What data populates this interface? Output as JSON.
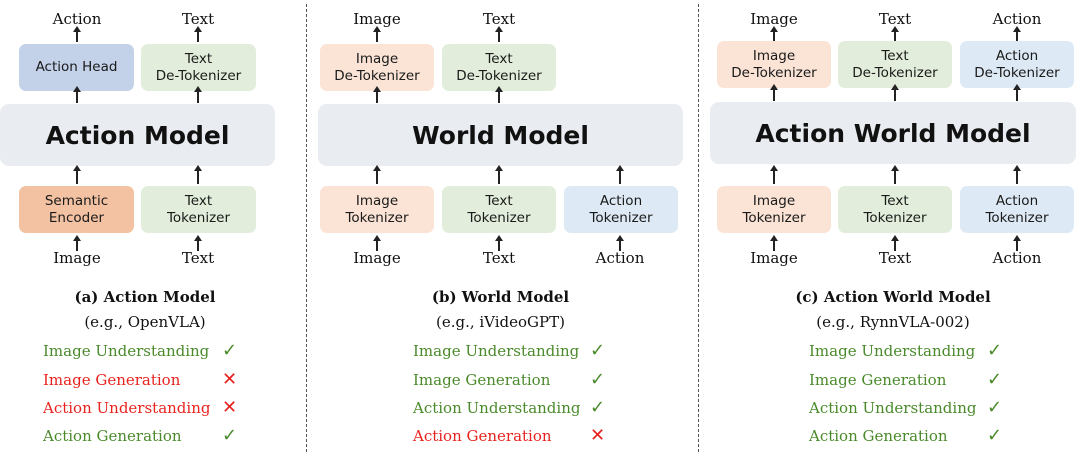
{
  "colors": {
    "blue": "#c3d1e9",
    "orange": "#f3c2a3",
    "light_orange": "#fbe4d6",
    "green": "#e2eedb",
    "light_blue": "#dde9f4",
    "model_bg": "#e9ecf1",
    "ok": "#4a8a2b",
    "bad": "#e8231f"
  },
  "panels": [
    {
      "id": "a",
      "model_label": "Action Model",
      "caption_title": "(a) Action Model",
      "caption_sub": "(e.g., OpenVLA)",
      "outputs": [
        "Action",
        "Text"
      ],
      "top_boxes": [
        {
          "label": "Action Head",
          "color": "blue"
        },
        {
          "label": "Text\nDe-Tokenizer",
          "color": "green"
        }
      ],
      "bottom_boxes": [
        {
          "label": "Semantic\nEncoder",
          "color": "orange"
        },
        {
          "label": "Text\nTokenizer",
          "color": "green"
        }
      ],
      "inputs": [
        "Image",
        "Text"
      ],
      "capabilities": [
        {
          "label": "Image Understanding",
          "status": "yes",
          "symbol": "✓"
        },
        {
          "label": "Image Generation",
          "status": "no",
          "symbol": "✕"
        },
        {
          "label": "Action Understanding",
          "status": "no",
          "symbol": "✕"
        },
        {
          "label": "Action Generation",
          "status": "yes",
          "symbol": "✓"
        }
      ]
    },
    {
      "id": "b",
      "model_label": "World Model",
      "caption_title": "(b) World Model",
      "caption_sub": "(e.g., iVideoGPT)",
      "outputs": [
        "Image",
        "Text"
      ],
      "top_boxes": [
        {
          "label": "Image\nDe-Tokenizer",
          "color": "light_orange"
        },
        {
          "label": "Text\nDe-Tokenizer",
          "color": "green"
        }
      ],
      "bottom_boxes": [
        {
          "label": "Image\nTokenizer",
          "color": "light_orange"
        },
        {
          "label": "Text\nTokenizer",
          "color": "green"
        },
        {
          "label": "Action\nTokenizer",
          "color": "light_blue"
        }
      ],
      "inputs": [
        "Image",
        "Text",
        "Action"
      ],
      "capabilities": [
        {
          "label": "Image Understanding",
          "status": "yes",
          "symbol": "✓"
        },
        {
          "label": "Image Generation",
          "status": "yes",
          "symbol": "✓"
        },
        {
          "label": "Action Understanding",
          "status": "yes",
          "symbol": "✓"
        },
        {
          "label": "Action Generation",
          "status": "no",
          "symbol": "✕"
        }
      ]
    },
    {
      "id": "c",
      "model_label": "Action World Model",
      "caption_title": "(c) Action World Model",
      "caption_sub": "(e.g., RynnVLA-002)",
      "outputs": [
        "Image",
        "Text",
        "Action"
      ],
      "top_boxes": [
        {
          "label": "Image\nDe-Tokenizer",
          "color": "light_orange"
        },
        {
          "label": "Text\nDe-Tokenizer",
          "color": "green"
        },
        {
          "label": "Action\nDe-Tokenizer",
          "color": "light_blue"
        }
      ],
      "bottom_boxes": [
        {
          "label": "Image\nTokenizer",
          "color": "light_orange"
        },
        {
          "label": "Text\nTokenizer",
          "color": "green"
        },
        {
          "label": "Action\nTokenizer",
          "color": "light_blue"
        }
      ],
      "inputs": [
        "Image",
        "Text",
        "Action"
      ],
      "capabilities": [
        {
          "label": "Image Understanding",
          "status": "yes",
          "symbol": "✓"
        },
        {
          "label": "Image Generation",
          "status": "yes",
          "symbol": "✓"
        },
        {
          "label": "Action Understanding",
          "status": "yes",
          "symbol": "✓"
        },
        {
          "label": "Action Generation",
          "status": "yes",
          "symbol": "✓"
        }
      ]
    }
  ]
}
